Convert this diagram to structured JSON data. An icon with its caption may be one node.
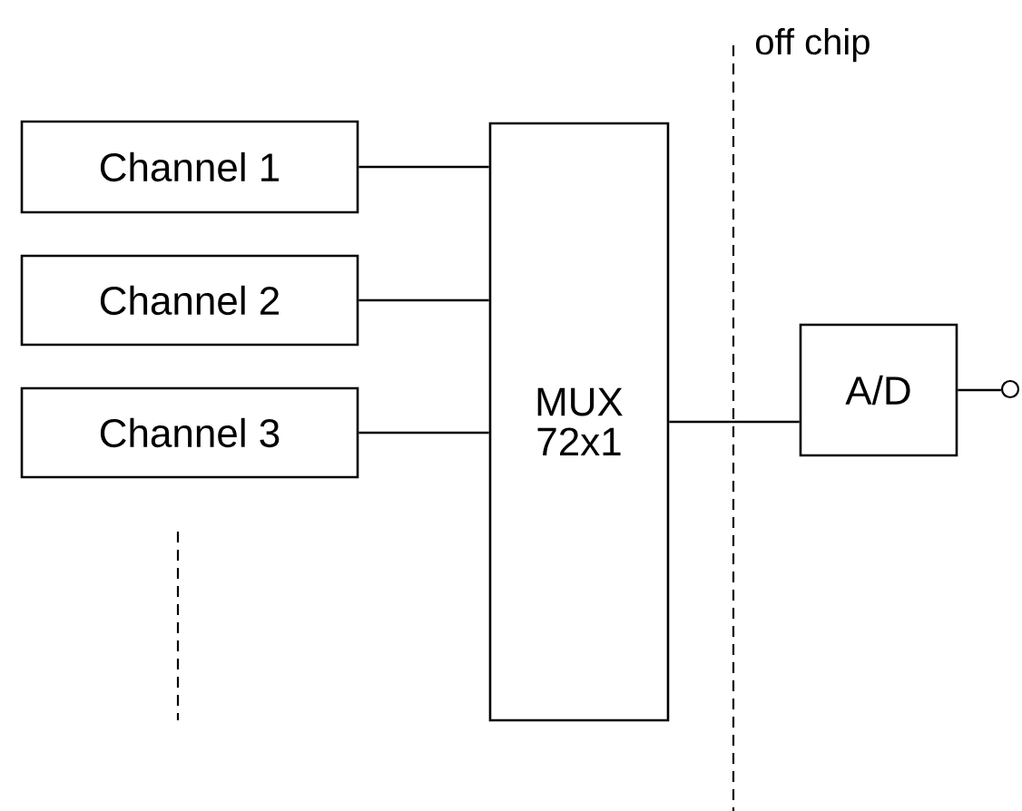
{
  "diagram": {
    "nodes": [
      {
        "text": [
          "Channel 1"
        ]
      },
      {
        "text": [
          "Channel 2"
        ]
      },
      {
        "text": [
          "Channel 3"
        ]
      },
      {
        "text": [
          "MUX 72x1"
        ]
      },
      {
        "text": [
          "A/D"
        ]
      },
      {
        "text": [],
        "shape": "circle"
      }
    ],
    "edges": [
      {
        "from": 0,
        "to": 3,
        "arrow": "none"
      },
      {
        "from": 1,
        "to": 3,
        "arrow": "none"
      },
      {
        "from": 2,
        "to": 3,
        "arrow": "none"
      },
      {
        "from": 3,
        "to": 4,
        "arrow": "none"
      },
      {
        "from": 4,
        "to": 5,
        "arrow": "none"
      }
    ],
    "labels": [
      "off chip"
    ]
  }
}
